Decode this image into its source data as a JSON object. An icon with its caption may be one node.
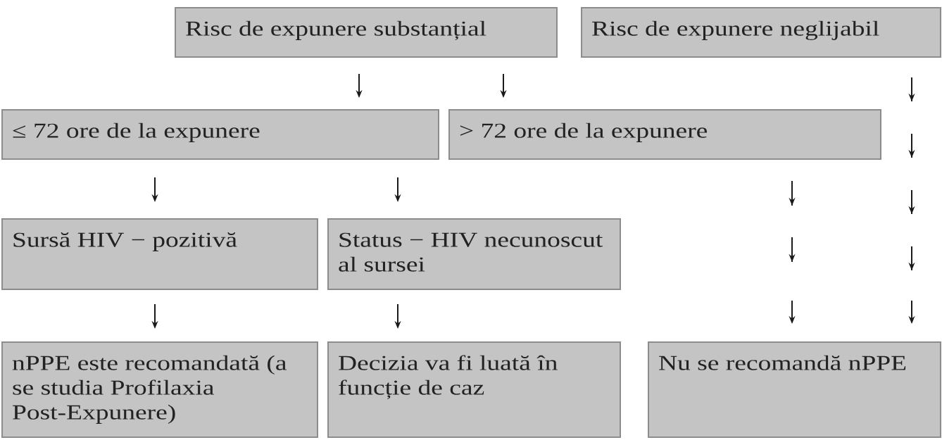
{
  "diagram": {
    "nodes": [
      {
        "text": [
          "Risc de expunere substanțial"
        ]
      },
      {
        "text": [
          "Risc de expunere neglijabil"
        ]
      },
      {
        "text": [
          "≤ 72 ore de la expunere"
        ]
      },
      {
        "text": [
          "> 72 ore de la expunere"
        ]
      },
      {
        "text": [
          "Sursă HIV − pozitivă"
        ]
      },
      {
        "text": [
          "Status − HIV necunoscut al sursei"
        ]
      },
      {
        "text": [
          "nPPE este recomandată (a se studia Profilaxia Post-Expunere)"
        ]
      },
      {
        "text": [
          "Decizia va fi luată în funcție de caz"
        ]
      },
      {
        "text": [
          "Nu se recomandă nPPE"
        ]
      }
    ],
    "edges": [
      {
        "from": 0,
        "to": 2,
        "arrow": "to"
      },
      {
        "from": 0,
        "to": 3,
        "arrow": "to"
      },
      {
        "from": 1,
        "to": 8,
        "arrow": "to"
      },
      {
        "from": 2,
        "to": 4,
        "arrow": "to"
      },
      {
        "from": 2,
        "to": 5,
        "arrow": "to"
      },
      {
        "from": 3,
        "to": 8,
        "arrow": "to"
      },
      {
        "from": 4,
        "to": 6,
        "arrow": "to"
      },
      {
        "from": 5,
        "to": 7,
        "arrow": "to"
      }
    ]
  }
}
